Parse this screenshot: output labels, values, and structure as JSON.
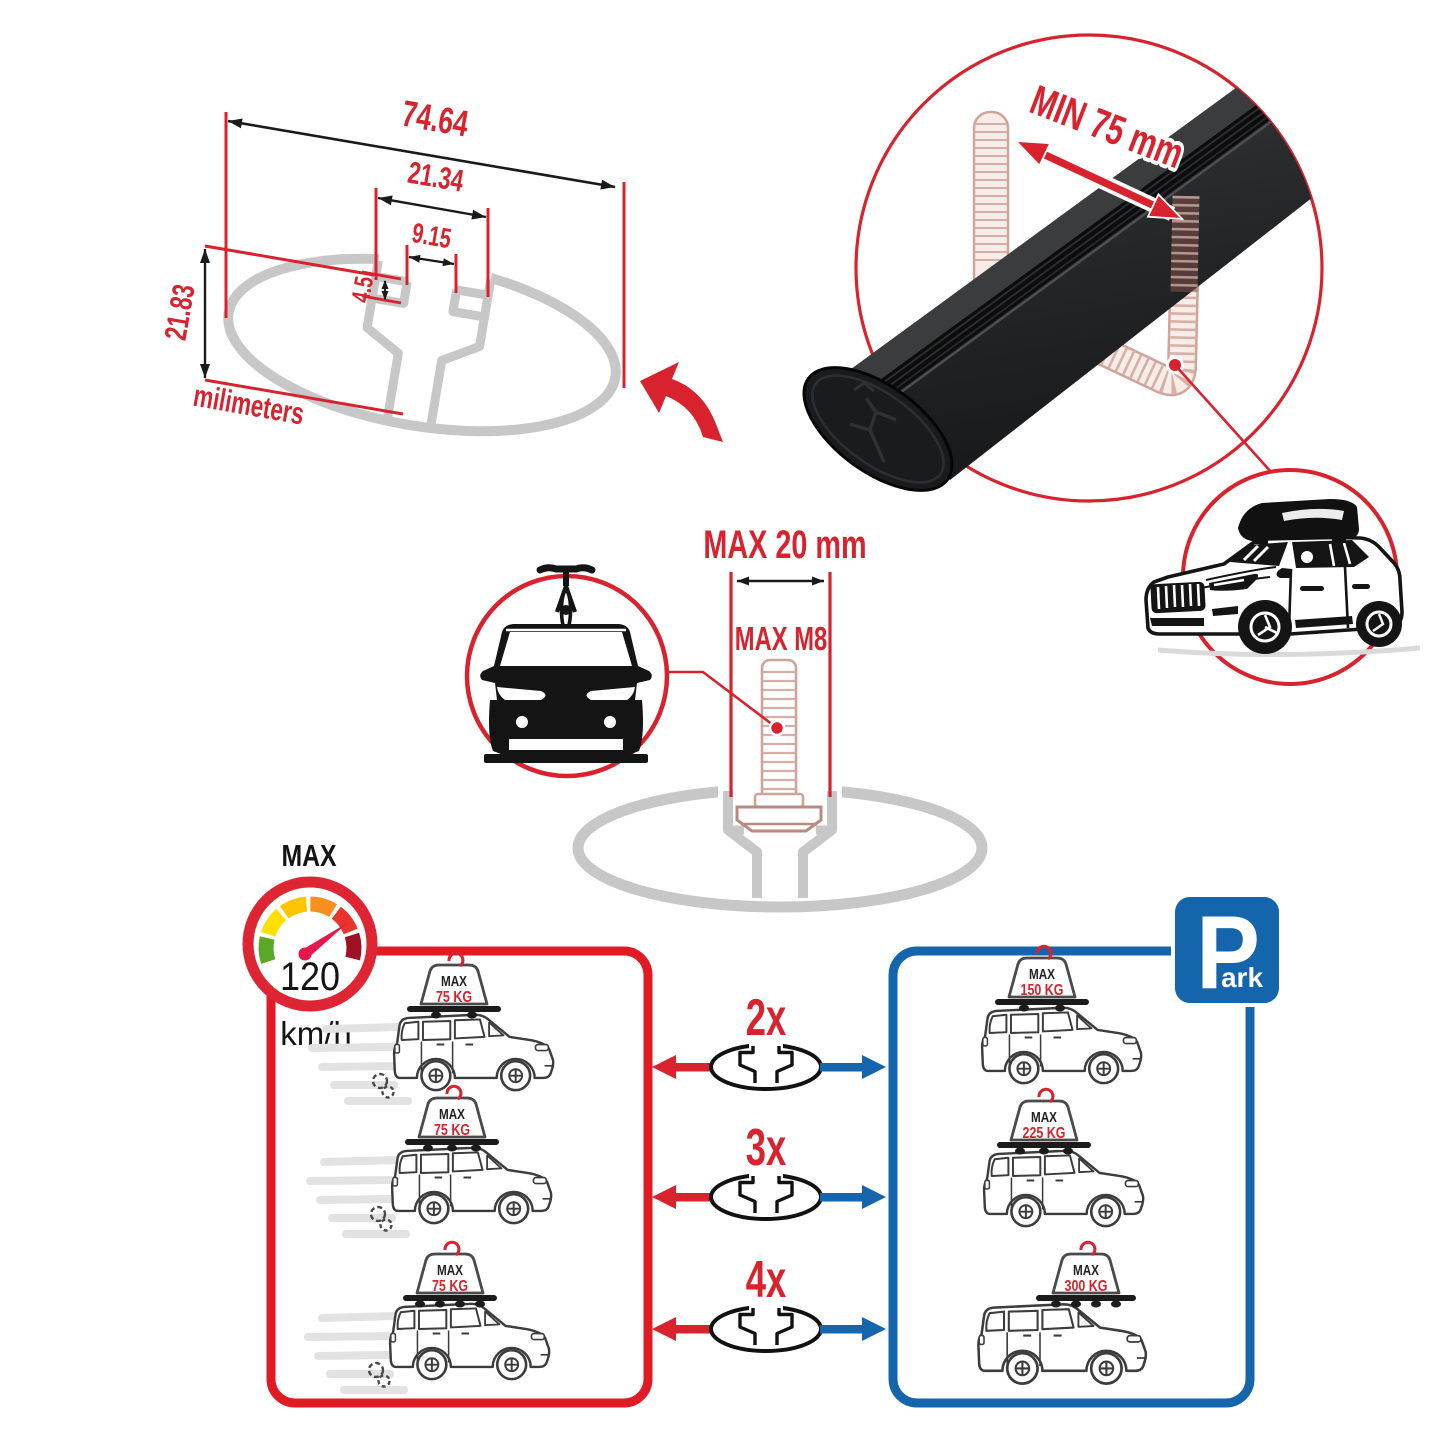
{
  "colors": {
    "red": "#d8232e",
    "box_red": "#e01b24",
    "blue": "#1565ad",
    "profile_gray": "#c7c7c7",
    "bolt_outline": "#cfa49b",
    "bar_black": "#1a1b1d"
  },
  "profile_drawing": {
    "overall_width": "74.64",
    "channel_width": "21.34",
    "slot_width": "9.15",
    "slot_depth": "4.5",
    "overall_height": "21.83",
    "units": "milimeters"
  },
  "clamp_callout": {
    "label": "MIN 75 mm"
  },
  "bolt_callout": {
    "width_label": "MAX 20 mm",
    "thread_label": "MAX M8"
  },
  "speed_gauge": {
    "title": "MAX",
    "value": "120",
    "unit": "km/h"
  },
  "driving_panel": {
    "cars": [
      {
        "max_label": "MAX",
        "weight": "75 KG"
      },
      {
        "max_label": "MAX",
        "weight": "75 KG"
      },
      {
        "max_label": "MAX",
        "weight": "75 KG"
      }
    ]
  },
  "parking_panel": {
    "sign_initial": "P",
    "sign_rest": "ark",
    "cars": [
      {
        "max_label": "MAX",
        "weight": "150 KG"
      },
      {
        "max_label": "MAX",
        "weight": "225 KG"
      },
      {
        "max_label": "MAX",
        "weight": "300 KG"
      }
    ]
  },
  "bar_counts": [
    {
      "label": "2x"
    },
    {
      "label": "3x"
    },
    {
      "label": "4x"
    }
  ]
}
